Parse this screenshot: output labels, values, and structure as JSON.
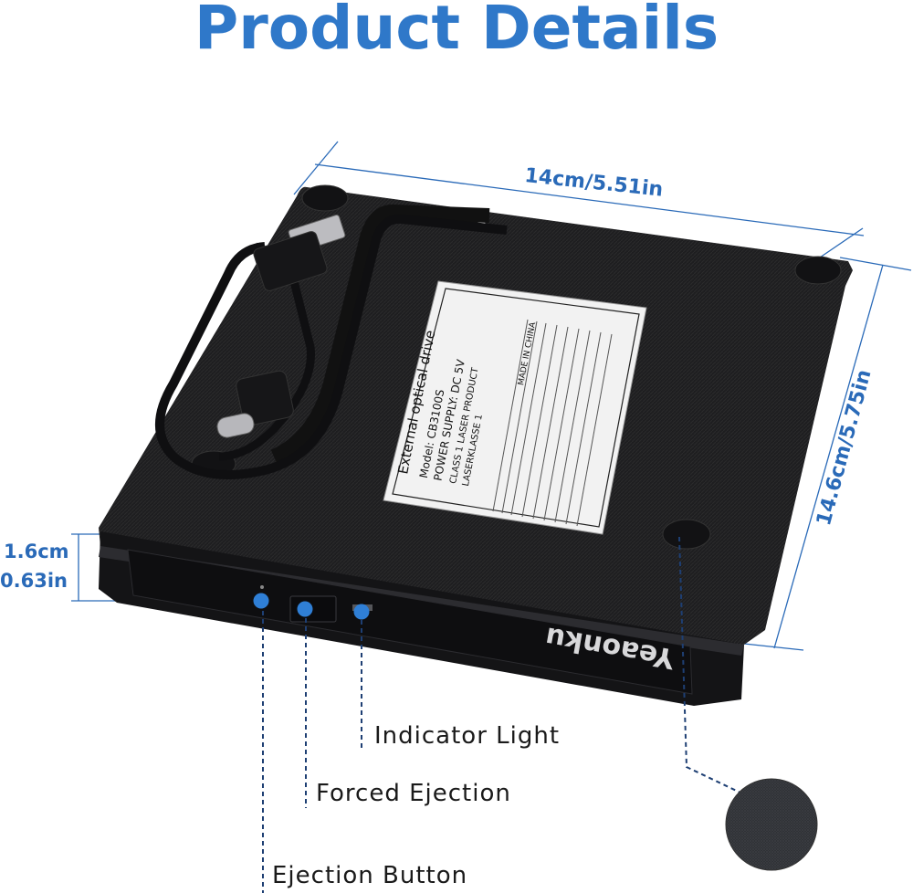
{
  "header": {
    "title": "Product Details"
  },
  "dimensions": {
    "width": "14cm/5.51in",
    "depth": "14.6cm/5.75in",
    "height_cm": "1.6cm",
    "height_in": "0.63in"
  },
  "label": {
    "line1": "External optical drive",
    "line2": "Model: CB3100S",
    "line3": "POWER SUPPLY: DC 5V",
    "line4": "CLASS 1 LASER PRODUCT",
    "line5": "LASERKLASSE 1",
    "made_in": "MADE IN CHINA"
  },
  "brand": "Yeaonku",
  "callouts": {
    "indicator": "Indicator Light",
    "forced": "Forced Ejection",
    "ejection": "Ejection Button"
  },
  "colors": {
    "accent": "#2f78c9",
    "body": "#1c1c1e",
    "dot": "#2f7fd6"
  }
}
